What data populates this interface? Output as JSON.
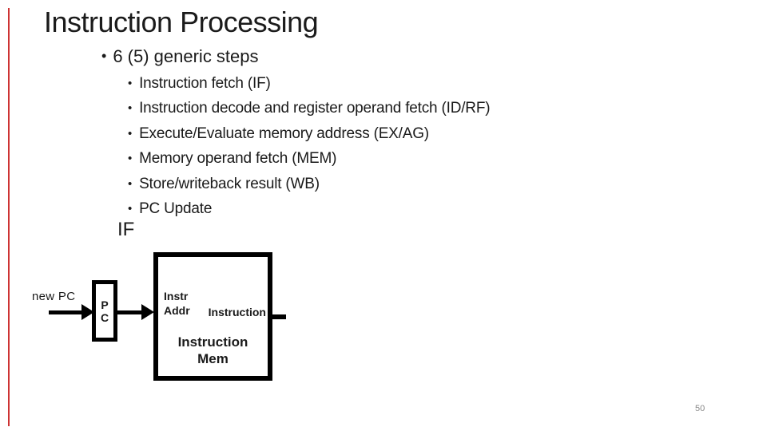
{
  "slide": {
    "title": "Instruction Processing",
    "bullet_char": "•",
    "main_bullet": "6 (5) generic steps",
    "sub_bullets": [
      "Instruction fetch (IF)",
      "Instruction decode and register operand fetch (ID/RF)",
      "Execute/Evaluate memory address (EX/AG)",
      "Memory operand fetch (MEM)",
      "Store/writeback result (WB)",
      "PC Update"
    ],
    "stage_label": "IF",
    "page_number": "50",
    "accent_color": "#C00000"
  },
  "diagram": {
    "input_label": "new PC",
    "pc_register": {
      "line1": "P",
      "line2": "C"
    },
    "instruction_memory": {
      "addr_port_line1": "Instr",
      "addr_port_line2": "Addr",
      "output_port": "Instruction",
      "name_line1": "Instruction",
      "name_line2": "Mem"
    }
  }
}
